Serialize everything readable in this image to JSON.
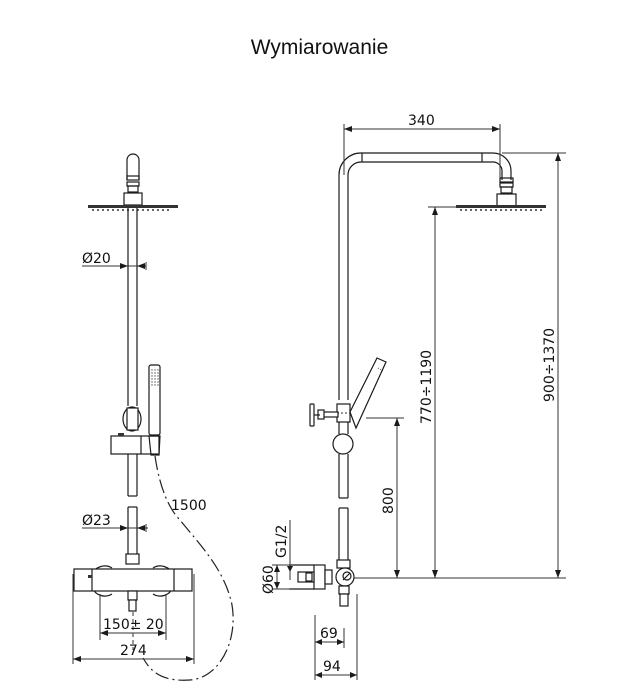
{
  "title": "Wymiarowanie",
  "front_view": {
    "labels": {
      "pipe_upper_diameter": "Ø20",
      "pipe_lower_diameter": "Ø23",
      "hose_length": "1500",
      "connector_spacing": "150± 20",
      "mixer_width": "274"
    }
  },
  "side_view": {
    "labels": {
      "arm_length": "340",
      "total_height": "900÷1370",
      "head_height": "770÷1190",
      "slider_height": "800",
      "thread": "G1/2",
      "escutcheon_diameter": "Ø60",
      "depth_inner": "69",
      "depth_outer": "94"
    }
  }
}
